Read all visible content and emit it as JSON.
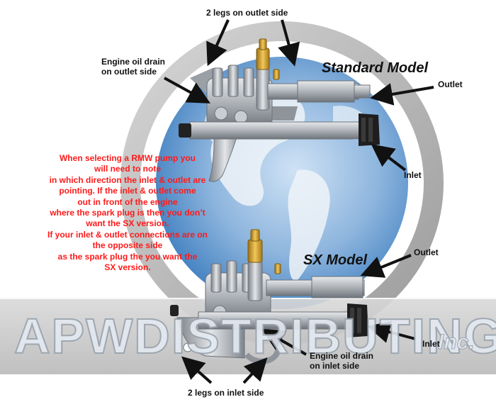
{
  "labels": {
    "outlet_legs": "2 legs on outlet side",
    "outlet_drain_line1": "Engine oil drain",
    "outlet_drain_line2": "on outlet side",
    "standard_model": "Standard Model",
    "outlet_top": "Outlet",
    "inlet_top": "Inlet",
    "sx_model": "SX Model",
    "outlet_bottom": "Outlet",
    "inlet_bottom": "Inlet",
    "inlet_drain_line1": "Engine oil drain",
    "inlet_drain_line2": "on inlet side",
    "inlet_legs": "2 legs on inlet side"
  },
  "note_lines": [
    "When selecting a RMW pump you",
    "will need to note",
    "in which direction the inlet & outlet are",
    "pointing. If the inlet & outlet come",
    "out in front of the engine",
    "where the spark plug is then you don’t",
    "want the SX version.",
    "If your inlet & outlet connections are on",
    "the opposite side",
    "as the spark plug the you want the",
    "SX version."
  ],
  "watermark": {
    "main": "APWDISTRIBUTING,",
    "suffix": "Inc."
  },
  "colors": {
    "note_text": "#ff1a1a",
    "label_text": "#111111",
    "watermark_bar": "#c8c8c8",
    "pump_metal": "#a9aeb4",
    "brass": "#d4a12a",
    "globe_blue": "#3f7fc0"
  }
}
